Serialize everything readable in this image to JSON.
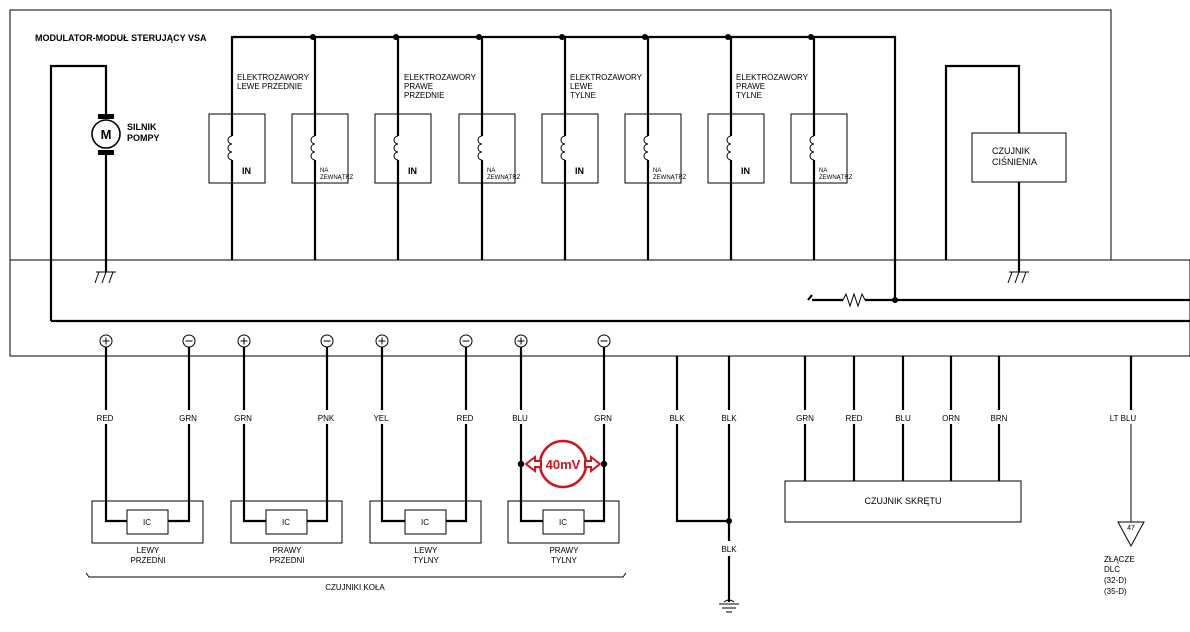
{
  "diagram": {
    "module_title": "MODULATOR-MODUŁ STERUJĄCY VSA",
    "pump": {
      "label_line1": "SILNIK",
      "label_line2": "POMPY",
      "motor_glyph": "M"
    },
    "valve_groups": [
      {
        "lines": [
          "ELEKTROZAWORY",
          "LEWE PRZEDNIE"
        ]
      },
      {
        "lines": [
          "ELEKTROZAWORY",
          "PRAWE",
          "PRZEDNIE"
        ]
      },
      {
        "lines": [
          "ELEKTROZAWORY",
          "LEWE",
          "TYLNE"
        ]
      },
      {
        "lines": [
          "ELEKTROZAWORY",
          "PRAWE",
          "TYLNE"
        ]
      }
    ],
    "valve_in_label": "IN",
    "valve_out_label_line1": "NA",
    "valve_out_label_line2": "ZEWNĄTRZ",
    "pressure_sensor": {
      "line1": "CZUJNIK",
      "line2": "CIŚNIENIA"
    },
    "terminal_symbols": [
      "+",
      "−",
      "+",
      "−",
      "+",
      "−",
      "+",
      "−"
    ],
    "wheel_wire_colors": [
      "RED",
      "GRN",
      "GRN",
      "PNK",
      "YEL",
      "RED",
      "BLU",
      "GRN"
    ],
    "wheel_sensors": [
      {
        "ic": "IC",
        "line1": "LEWY",
        "line2": "PRZEDNI"
      },
      {
        "ic": "IC",
        "line1": "PRAWY",
        "line2": "PRZEDNI"
      },
      {
        "ic": "IC",
        "line1": "LEWY",
        "line2": "TYLNY"
      },
      {
        "ic": "IC",
        "line1": "PRAWY",
        "line2": "TYLNY"
      }
    ],
    "wheel_sensors_group_label": "CZUJNIKI KOŁA",
    "measurement": {
      "value": "40mV"
    },
    "ground_wires": [
      "BLK",
      "BLK",
      "BLK"
    ],
    "steering_sensor": {
      "label": "CZUJNIK SKRĘTU",
      "wire_colors": [
        "GRN",
        "RED",
        "BLU",
        "ORN",
        "BRN"
      ]
    },
    "dlc": {
      "wire_color": "LT BLU",
      "pin": "47",
      "line1": "ZŁĄCZE",
      "line2": "DLC",
      "line3": "(32-D)",
      "line4": "(35-D)"
    }
  },
  "colors": {
    "line": "#000000",
    "highlight": "#d0141c"
  },
  "icons": {
    "motor": "motor-icon",
    "coil": "coil-icon",
    "ground": "ground-icon",
    "resistor": "resistor-icon"
  }
}
